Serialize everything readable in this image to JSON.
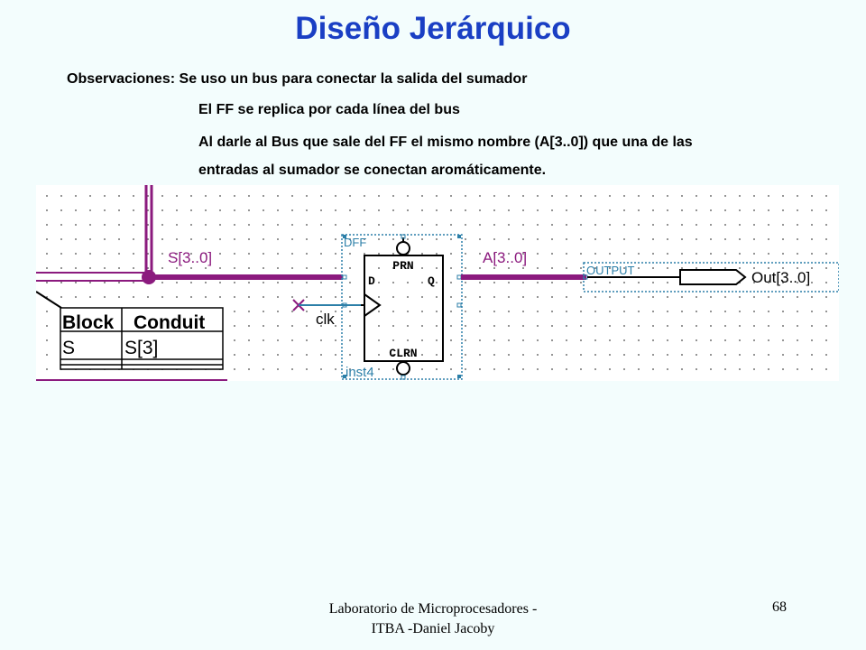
{
  "title": "Diseño Jerárquico",
  "observations": {
    "label": "Observaciones:",
    "line1": "Se uso un bus para conectar la salida del sumador",
    "line2": "El FF se replica por cada línea del bus",
    "line3": "Al darle al Bus que sale del FF el mismo nombre (A[3..0]) que una de las",
    "line4": "entradas al sumador se conectan aromáticamente."
  },
  "schematic": {
    "bus_in_label": "S[3..0]",
    "bus_out_label": "A[3..0]",
    "clock_label": "clk",
    "dff": {
      "type": "DFF",
      "instance": "inst4",
      "preset": "PRN",
      "clear": "CLRN",
      "d_pin": "D",
      "q_pin": "Q"
    },
    "output": {
      "type": "OUTPUT",
      "name": "Out[3..0]"
    },
    "conduit_table": {
      "headers": [
        "Block",
        "Conduit"
      ],
      "rows": [
        [
          "S",
          "S[3]"
        ]
      ]
    },
    "colors": {
      "bus": "#8b1a7e",
      "wire": "#000000",
      "selection": "#2c7fa8"
    }
  },
  "footer": {
    "line1": "Laboratorio de Microprocesadores -",
    "line2": "ITBA -Daniel Jacoby",
    "page": "68"
  }
}
